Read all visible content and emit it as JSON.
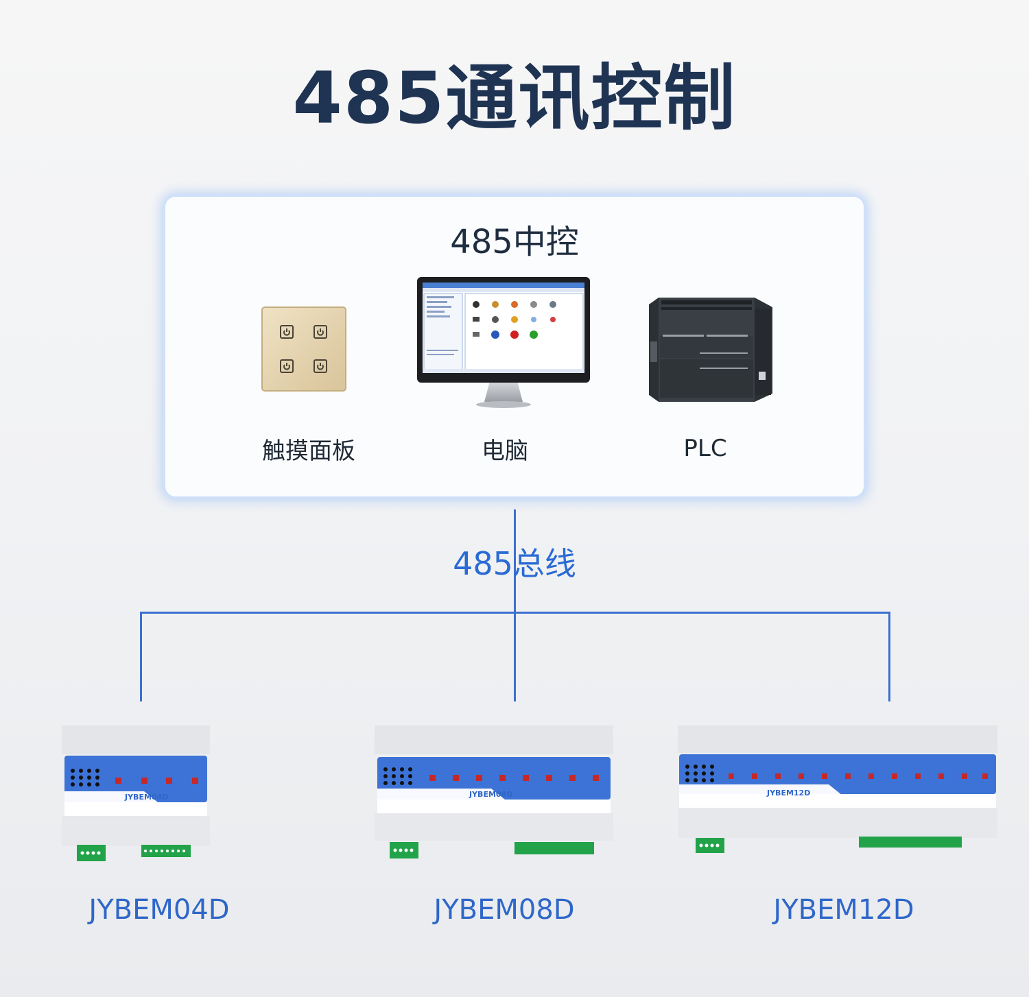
{
  "title": "485通讯控制",
  "control_center": {
    "title": "485中控",
    "devices": [
      {
        "label": "触摸面板",
        "icon": "touch-panel-icon"
      },
      {
        "label": "电脑",
        "icon": "computer-monitor-icon"
      },
      {
        "label": "PLC",
        "icon": "plc-icon"
      }
    ]
  },
  "bus": {
    "label": "485总线",
    "color": "#3c6fd0"
  },
  "modules": [
    {
      "name": "JYBEM04D",
      "front_label": "JYBEM04D",
      "channels": 4
    },
    {
      "name": "JYBEM08D",
      "front_label": "JYBEM08D",
      "channels": 8
    },
    {
      "name": "JYBEM12D",
      "front_label": "JYBEM12D",
      "channels": 12
    }
  ],
  "colors": {
    "title": "#1f3352",
    "accent": "#2f67c9",
    "module_blue": "#3d73d6",
    "terminal_green": "#22a34a"
  }
}
